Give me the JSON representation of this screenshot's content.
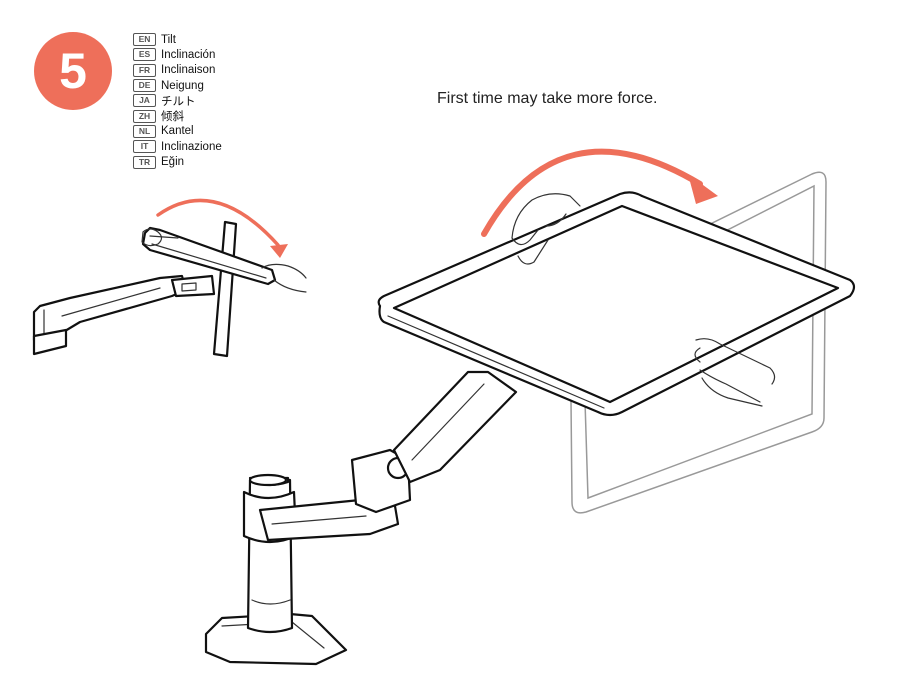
{
  "step": {
    "number": "5"
  },
  "languages": [
    {
      "code": "EN",
      "label": "Tilt"
    },
    {
      "code": "ES",
      "label": "Inclinación"
    },
    {
      "code": "FR",
      "label": "Inclinaison"
    },
    {
      "code": "DE",
      "label": "Neigung"
    },
    {
      "code": "JA",
      "label": "チルト"
    },
    {
      "code": "ZH",
      "label": "倾斜"
    },
    {
      "code": "NL",
      "label": "Kantel"
    },
    {
      "code": "IT",
      "label": "Inclinazione"
    },
    {
      "code": "TR",
      "label": "Eğin"
    }
  ],
  "note": "First time may take more force.",
  "colors": {
    "accent": "#ee6f5a",
    "line": "#111111"
  }
}
